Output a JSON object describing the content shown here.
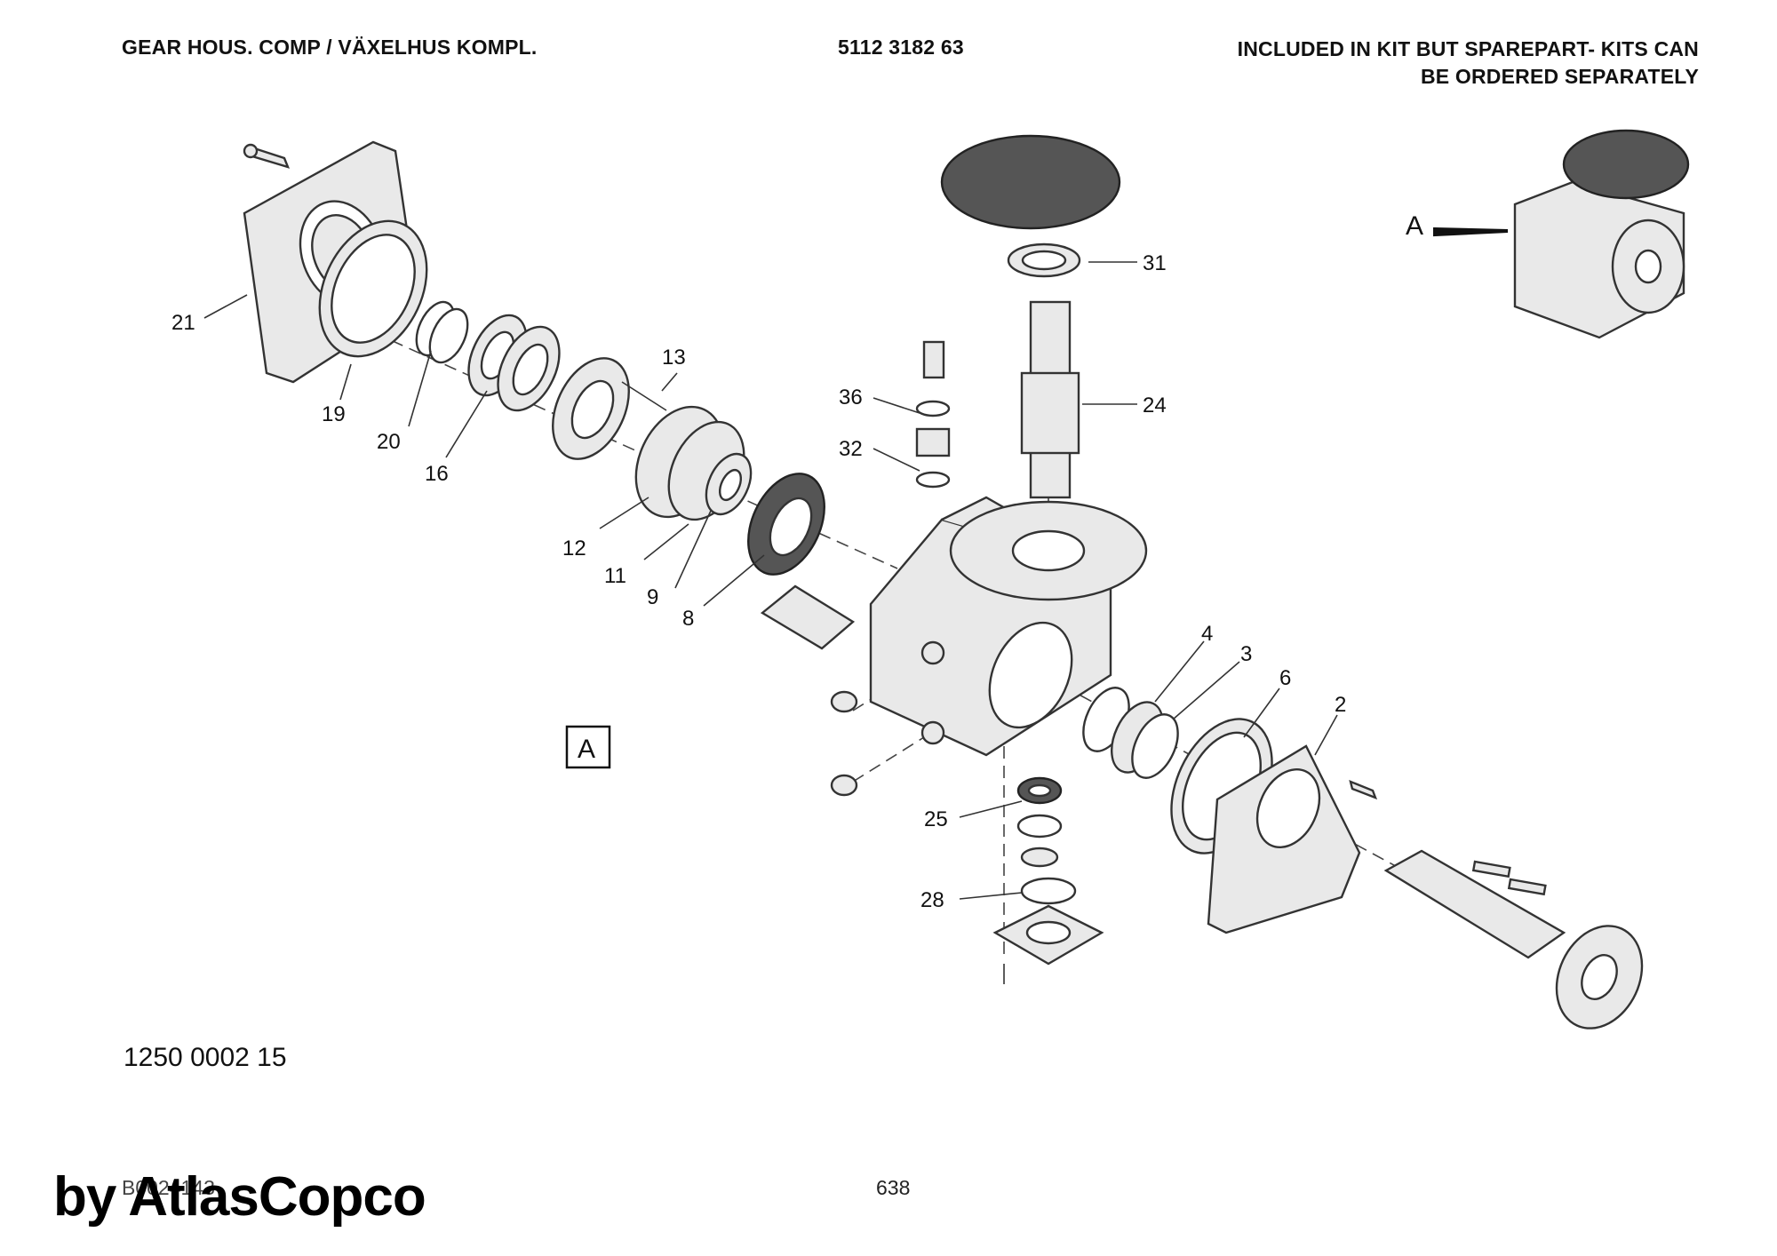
{
  "header": {
    "title": "GEAR HOUS. COMP / VÄXELHUS KOMPL.",
    "part_number": "5112 3182 63",
    "note_line1": "INCLUDED IN KIT BUT SPAREPART- KITS CAN",
    "note_line2": "BE ORDERED SEPARATELY"
  },
  "drawing_number": "1250 0002 15",
  "footer": {
    "doc_code": "B0024143",
    "page": "638",
    "watermark": "by AtlasCopco"
  },
  "view_marker": {
    "letter": "A",
    "box_letter": "A"
  },
  "part_labels": {
    "p21": "21",
    "p19": "19",
    "p20": "20",
    "p16": "16",
    "p13": "13",
    "p12": "12",
    "p11": "11",
    "p9": "9",
    "p8": "8",
    "p36": "36",
    "p32": "32",
    "p31": "31",
    "p24": "24",
    "p4": "4",
    "p3": "3",
    "p6": "6",
    "p2": "2",
    "p25": "25",
    "p28": "28"
  },
  "colors": {
    "part_fill": "#e9e9e9",
    "line": "#333333",
    "cover_fill": "#555555"
  }
}
